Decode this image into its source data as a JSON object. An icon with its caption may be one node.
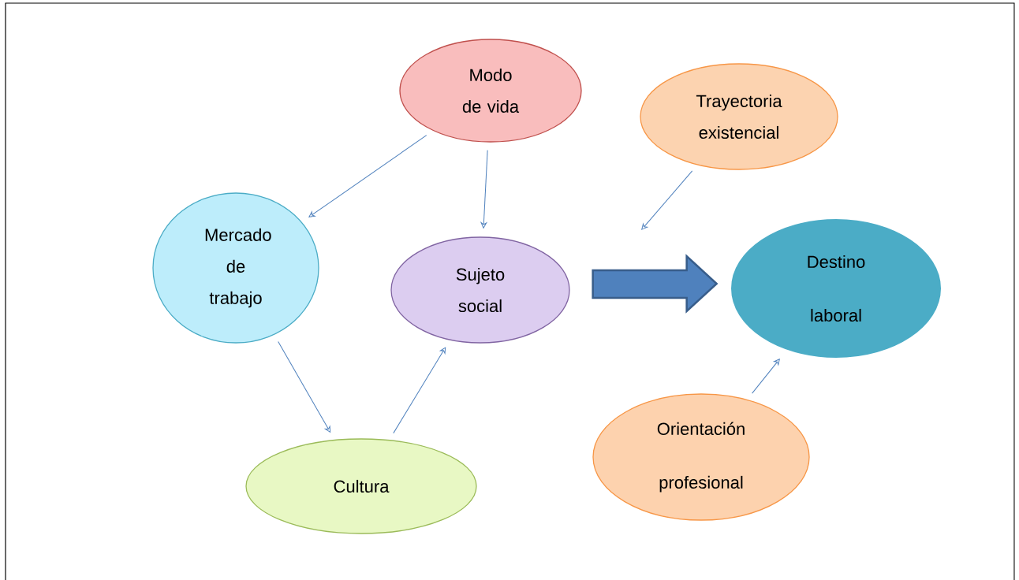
{
  "diagram": {
    "nodes": [
      {
        "text": [
          "Modo de vida"
        ]
      },
      {
        "text": [
          "Trayectoria existencial"
        ]
      },
      {
        "text": [
          "Mercado de trabajo"
        ]
      },
      {
        "text": [
          "Sujeto social"
        ]
      },
      {
        "text": [
          "Destino laboral"
        ]
      },
      {
        "text": [
          "Orientación profesional"
        ]
      },
      {
        "text": [
          "Cultura"
        ]
      }
    ],
    "edges": [
      {
        "from": 0,
        "to": 2,
        "arrow": "to"
      },
      {
        "from": 0,
        "to": 3,
        "arrow": "to"
      },
      {
        "from": 1,
        "to": null,
        "arrow": "to"
      },
      {
        "from": 2,
        "to": 6,
        "arrow": "to"
      },
      {
        "from": 6,
        "to": 3,
        "arrow": "to"
      },
      {
        "from": 3,
        "to": 4,
        "arrow": "to",
        "style": "thick"
      },
      {
        "from": 5,
        "to": 4,
        "arrow": "to"
      }
    ]
  }
}
